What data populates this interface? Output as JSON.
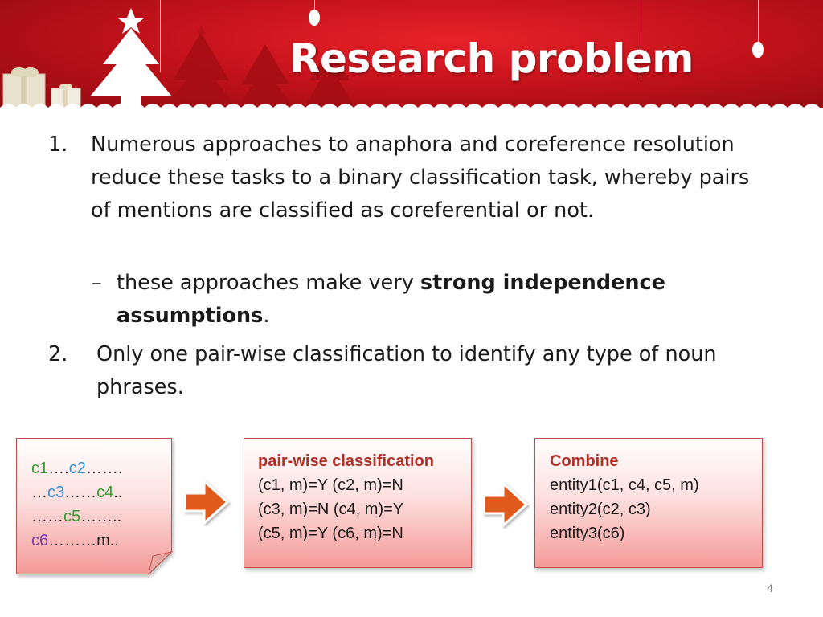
{
  "slide": {
    "title": "Research problem",
    "page_number": "4"
  },
  "points": {
    "item1": {
      "number": "1.",
      "text": "Numerous approaches to anaphora and coreference resolution reduce these tasks to a binary classification task, whereby pairs of mentions are classified as coreferential or not."
    },
    "sub1": {
      "dash": "–",
      "text_before": "these approaches make very ",
      "bold": "strong independence assumptions",
      "text_after": "."
    },
    "item2": {
      "number": "2.",
      "text": "Only one pair-wise classification to identify any type of noun phrases."
    }
  },
  "sequence_box": {
    "l1": {
      "a": "c1",
      "b": "….",
      "c": "c2",
      "d": "……."
    },
    "l2": {
      "a": "…",
      "b": "c3",
      "c": "……",
      "d": "c4",
      "e": ".."
    },
    "l3": {
      "a": "……",
      "b": "c5",
      "c": "…….."
    },
    "l4": {
      "a": "c6",
      "b": "………m.."
    }
  },
  "pairwise_box": {
    "heading": "pair-wise classification",
    "lines": [
      "(c1, m)=Y (c2, m)=N",
      "(c3, m)=N (c4, m)=Y",
      "(c5, m)=Y (c6, m)=N"
    ]
  },
  "combine_box": {
    "heading": "Combine",
    "lines": [
      "entity1(c1, c4, c5, m)",
      "entity2(c2, c3)",
      "entity3(c6)"
    ]
  },
  "colors": {
    "banner": "#c4121b",
    "box_border": "#c0504d",
    "arrow": "#e05a1f",
    "heading_red": "#b03028",
    "c_green": "#2a9d2a",
    "c_blue": "#2b8fd6",
    "c_purple": "#7c3fa8"
  }
}
